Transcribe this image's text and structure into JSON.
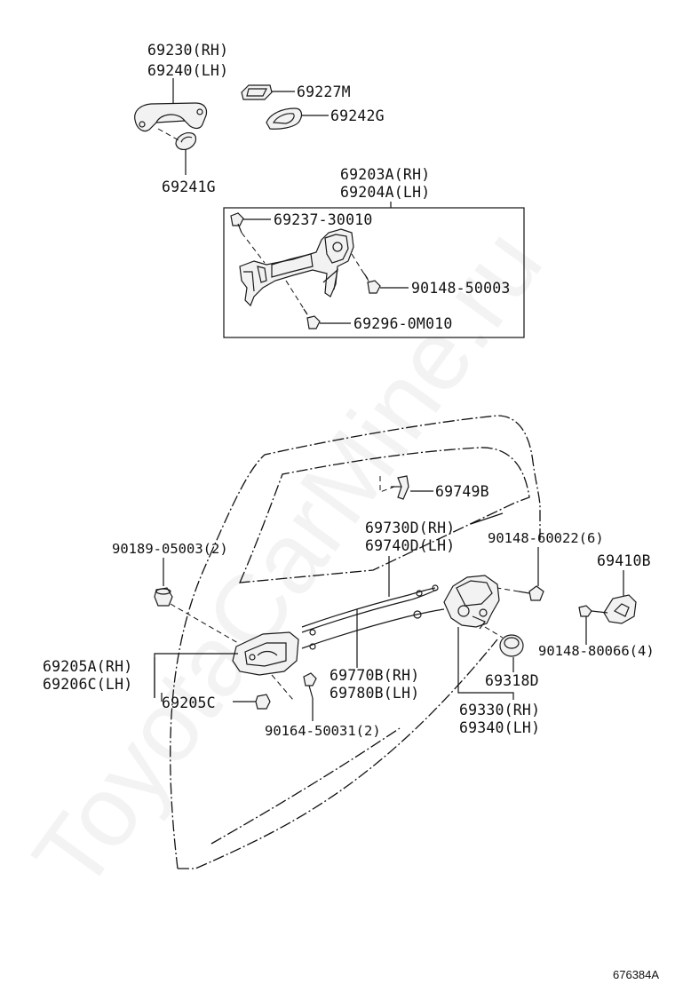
{
  "watermark": "ToyotaCarMine.ru",
  "reference_code": "676384A",
  "labels": {
    "outer_handle_rh": "69230(RH)",
    "outer_handle_lh": "69240(LH)",
    "pad_69227m": "69227M",
    "pad_69242g": "69242G",
    "pad_69241g": "69241G",
    "frame_rh": "69203A(RH)",
    "frame_lh": "69204A(LH)",
    "screw_69237": "69237-30010",
    "bolt_90148_50003": "90148-50003",
    "bolt_69296": "69296-0M010",
    "clip_69749b": "69749B",
    "cable_upper_rh": "69730D(RH)",
    "cable_upper_lh": "69740D(LH)",
    "grommet_90189": "90189-05003(2)",
    "screw_90148_60022": "90148-60022(6)",
    "striker_69410b": "69410B",
    "screw_90148_80066": "90148-80066(4)",
    "inner_handle_rh": "69205A(RH)",
    "inner_handle_lh": "69206C(LH)",
    "cable_lower_rh": "69770B(RH)",
    "cable_lower_lh": "69780B(LH)",
    "cap_69318d": "69318D",
    "bezel_69205c": "69205C",
    "screw_90164": "90164-50031(2)",
    "lock_rh": "69330(RH)",
    "lock_lh": "69340(LH)"
  }
}
